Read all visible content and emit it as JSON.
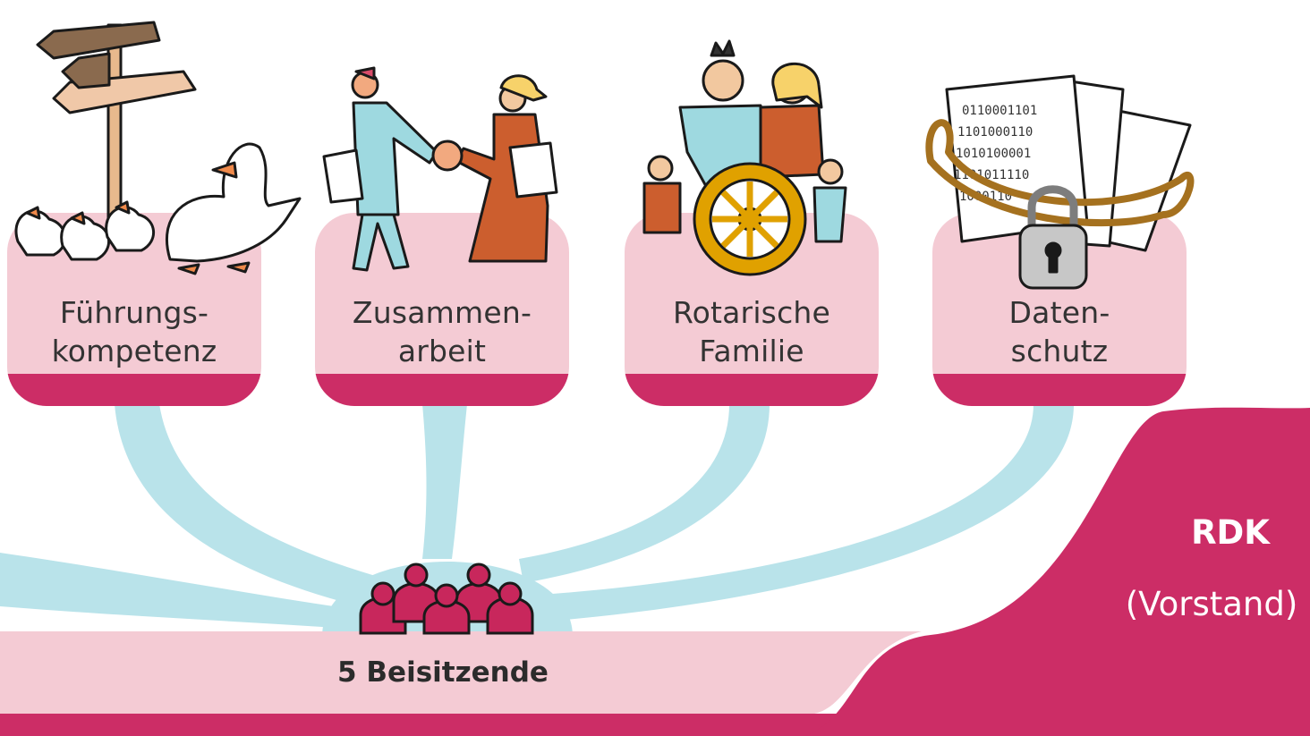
{
  "topics": [
    {
      "lines": [
        "Führungs-",
        "kompetenz"
      ],
      "icon": "signpost-ducks-icon"
    },
    {
      "lines": [
        "Zusammen-",
        "arbeit"
      ],
      "icon": "handshake-icon"
    },
    {
      "lines": [
        "Rotarische",
        "Familie"
      ],
      "icon": "family-rotary-wheel-icon"
    },
    {
      "lines": [
        "Daten-",
        "schutz"
      ],
      "icon": "locked-data-icon"
    }
  ],
  "members_label": "5 Beisitzende",
  "board": {
    "title": "RDK",
    "subtitle": "(Vorstand)"
  },
  "colors": {
    "card": "#f4cbd4",
    "accent": "#cc2d66",
    "connector": "#b9e3ea",
    "person": "#c8275c",
    "text": "#333333"
  }
}
